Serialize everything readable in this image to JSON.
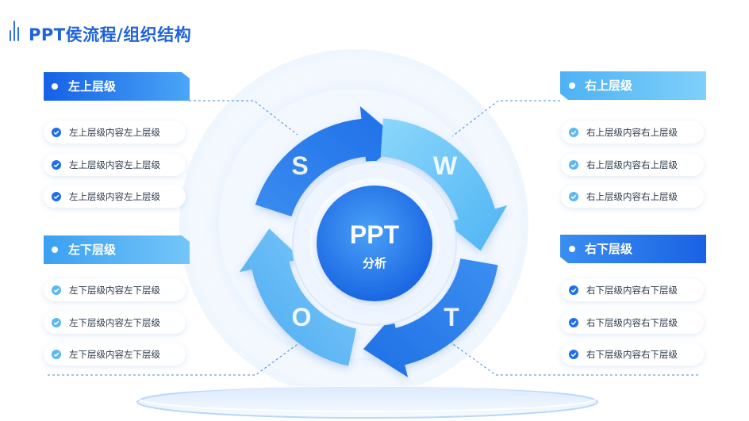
{
  "title": "PPT侯流程/组织结构",
  "center": {
    "line1": "PPT",
    "line2": "分析"
  },
  "swot": {
    "s": "S",
    "w": "W",
    "o": "O",
    "t": "T"
  },
  "panels": {
    "top_left": {
      "heading": "左上层级",
      "items": [
        "左上层级内容左上层级",
        "左上层级内容左上层级",
        "左上层级内容左上层级"
      ]
    },
    "bottom_left": {
      "heading": "左下层级",
      "items": [
        "左下层级内容左下层级",
        "左下层级内容左下层级",
        "左下层级内容左下层级"
      ]
    },
    "top_right": {
      "heading": "右上层级",
      "items": [
        "右上层级内容右上层级",
        "右上层级内容右上层级",
        "右上层级内容右上层级"
      ]
    },
    "bottom_right": {
      "heading": "右下层级",
      "items": [
        "右下层级内容右下层级",
        "右下层级内容右下层级",
        "右下层级内容右下层级"
      ]
    }
  },
  "colors": {
    "primary": "#1e6fe8",
    "light": "#5ec0f5",
    "text": "#2d3a4b"
  },
  "icons": [
    "title-bars-icon",
    "check-circle-icon",
    "bullet-dot-icon",
    "cycle-arrow-icon"
  ]
}
